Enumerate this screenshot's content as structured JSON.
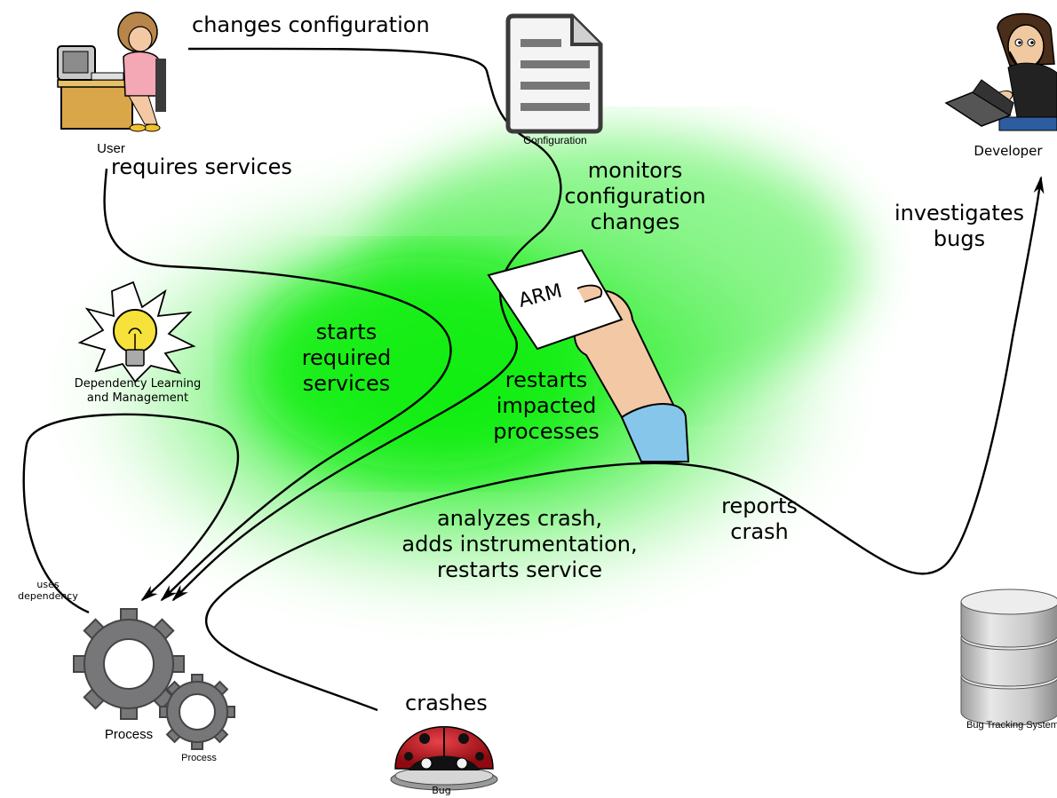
{
  "actors": {
    "user": "User",
    "developer": "Developer",
    "configuration": "Configuration",
    "arm_card": "ARM",
    "dependency": "Dependency Learning\nand Management",
    "process_big": "Process",
    "process_small": "Process",
    "bug": "Bug",
    "bug_tracking": "Bug Tracking System"
  },
  "edges": {
    "changes_configuration": "changes configuration",
    "requires_services": "requires services",
    "monitors_configuration": "monitors\nconfiguration\nchanges",
    "investigates_bugs": "investigates\nbugs",
    "starts_required": "starts\nrequired\nservices",
    "restarts_impacted": "restarts\nimpacted\nprocesses",
    "analyzes_crash": "analyzes crash,\nadds instrumentation,\nrestarts service",
    "reports_crash": "reports\ncrash",
    "uses_dependency": "uses\ndependency",
    "crashes": "crashes"
  },
  "colors": {
    "glow": "#22ee22",
    "gear": "#77777a",
    "ladybug": "#c0121a",
    "bulb": "#f6e23a"
  }
}
